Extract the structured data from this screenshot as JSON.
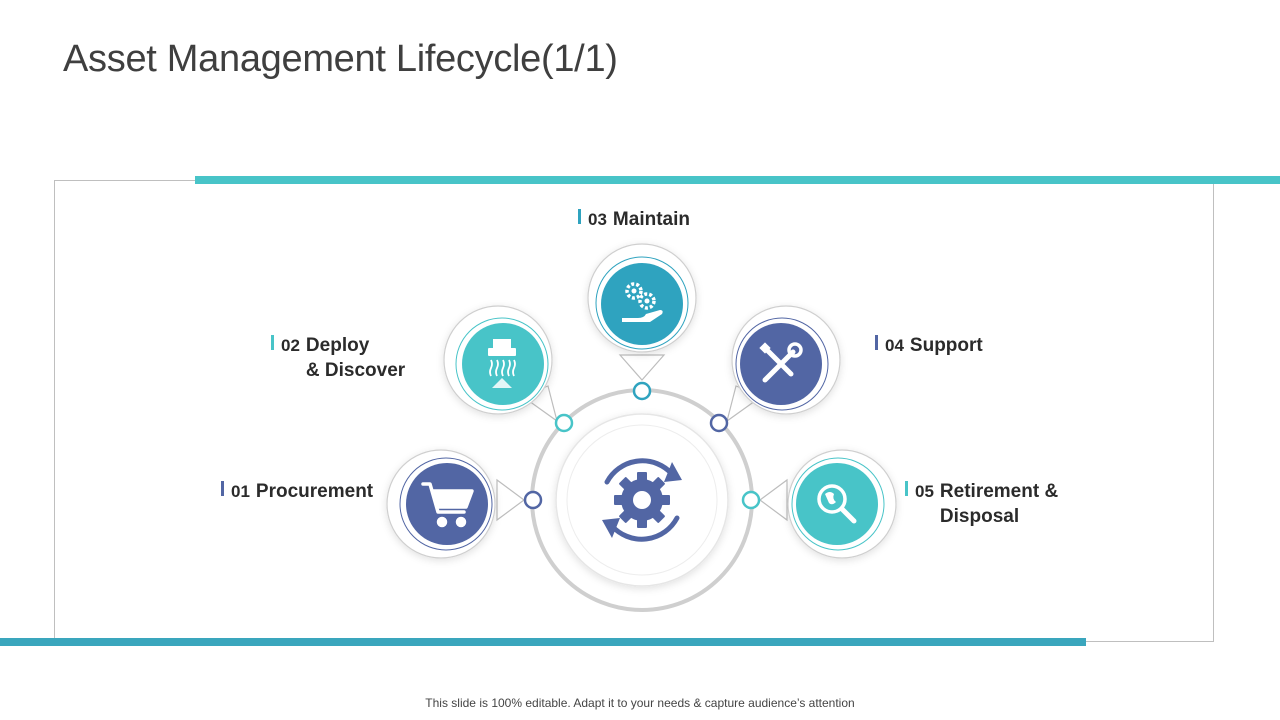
{
  "slide": {
    "title": "Asset Management Lifecycle(1/1)",
    "footer": "This slide is 100% editable. Adapt it to your needs & capture audience’s attention"
  },
  "colors": {
    "teal": "#48c4c8",
    "blue_teal": "#2fa3bf",
    "navy": "#5266a4",
    "ring_gray": "#c8c8c8"
  },
  "center": {
    "icon": "gear-cycle-icon"
  },
  "steps": [
    {
      "num": "01",
      "label": "Procurement",
      "icon": "shopping-cart-icon",
      "color": "#5266a4"
    },
    {
      "num": "02",
      "label": "Deploy\n& Discover",
      "icon": "document-shredder-icon",
      "color": "#48c4c8"
    },
    {
      "num": "03",
      "label": "Maintain",
      "icon": "gears-hand-icon",
      "color": "#2fa3bf"
    },
    {
      "num": "04",
      "label": "Support",
      "icon": "wrench-screwdriver-icon",
      "color": "#5266a4"
    },
    {
      "num": "05",
      "label": "Retirement &\nDisposal",
      "icon": "globe-search-icon",
      "color": "#48c4c8"
    }
  ]
}
